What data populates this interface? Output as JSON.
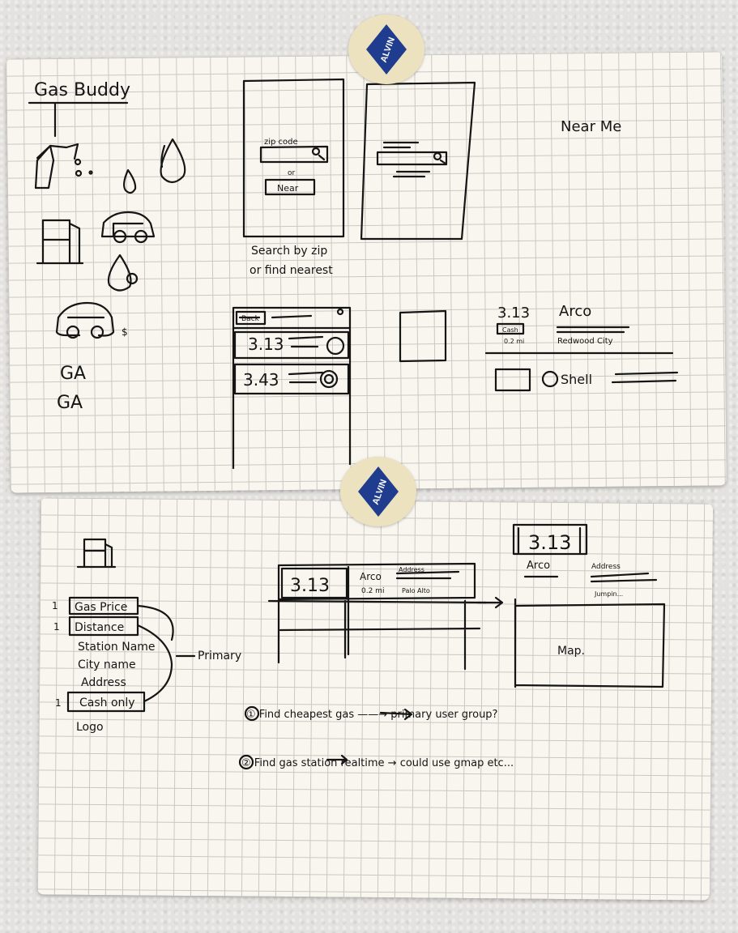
{
  "tape": {
    "logo_text": "ALVIN"
  },
  "sheet1": {
    "title": "Gas Buddy",
    "near_me": "Near Me",
    "zip_label": "zip code",
    "or_label": "or",
    "near_button": "Near",
    "caption_line1": "Search by zip",
    "caption_line2": "or find nearest",
    "list_tag": "Back",
    "list_price_1": "3.13",
    "list_price_2": "3.43",
    "detail_price": "3.13",
    "detail_cash": "Cash",
    "detail_distance": "0.2 mi",
    "detail_name": "Arco",
    "detail_city": "Redwood City",
    "detail_brand": "Shell",
    "ga_1": "GA",
    "ga_2": "GA",
    "dollar": "$"
  },
  "sheet2": {
    "list_items": [
      {
        "mark": "1",
        "text": "Gas Price",
        "boxed": true
      },
      {
        "mark": "1",
        "text": "Distance",
        "boxed": true
      },
      {
        "mark": "",
        "text": "Station Name",
        "boxed": false
      },
      {
        "mark": "",
        "text": "City name",
        "boxed": false
      },
      {
        "mark": "",
        "text": "Address",
        "boxed": false
      },
      {
        "mark": "1",
        "text": "Cash only",
        "boxed": true
      },
      {
        "mark": "",
        "text": "Logo",
        "boxed": false
      }
    ],
    "primary_label": "Primary",
    "table_price": "3.13",
    "table_name": "Arco",
    "table_distance": "0.2 mi",
    "table_address": "Address",
    "table_city": "Palo Alto",
    "detail_price": "3.13",
    "detail_name": "Arco",
    "detail_address": "Address",
    "detail_sub": "Jumpin...",
    "map_label": "Map.",
    "note_1": "① Find cheapest gas ——→ primary user group?",
    "note_2": "② Find gas station realtime → could use gmap etc..."
  }
}
